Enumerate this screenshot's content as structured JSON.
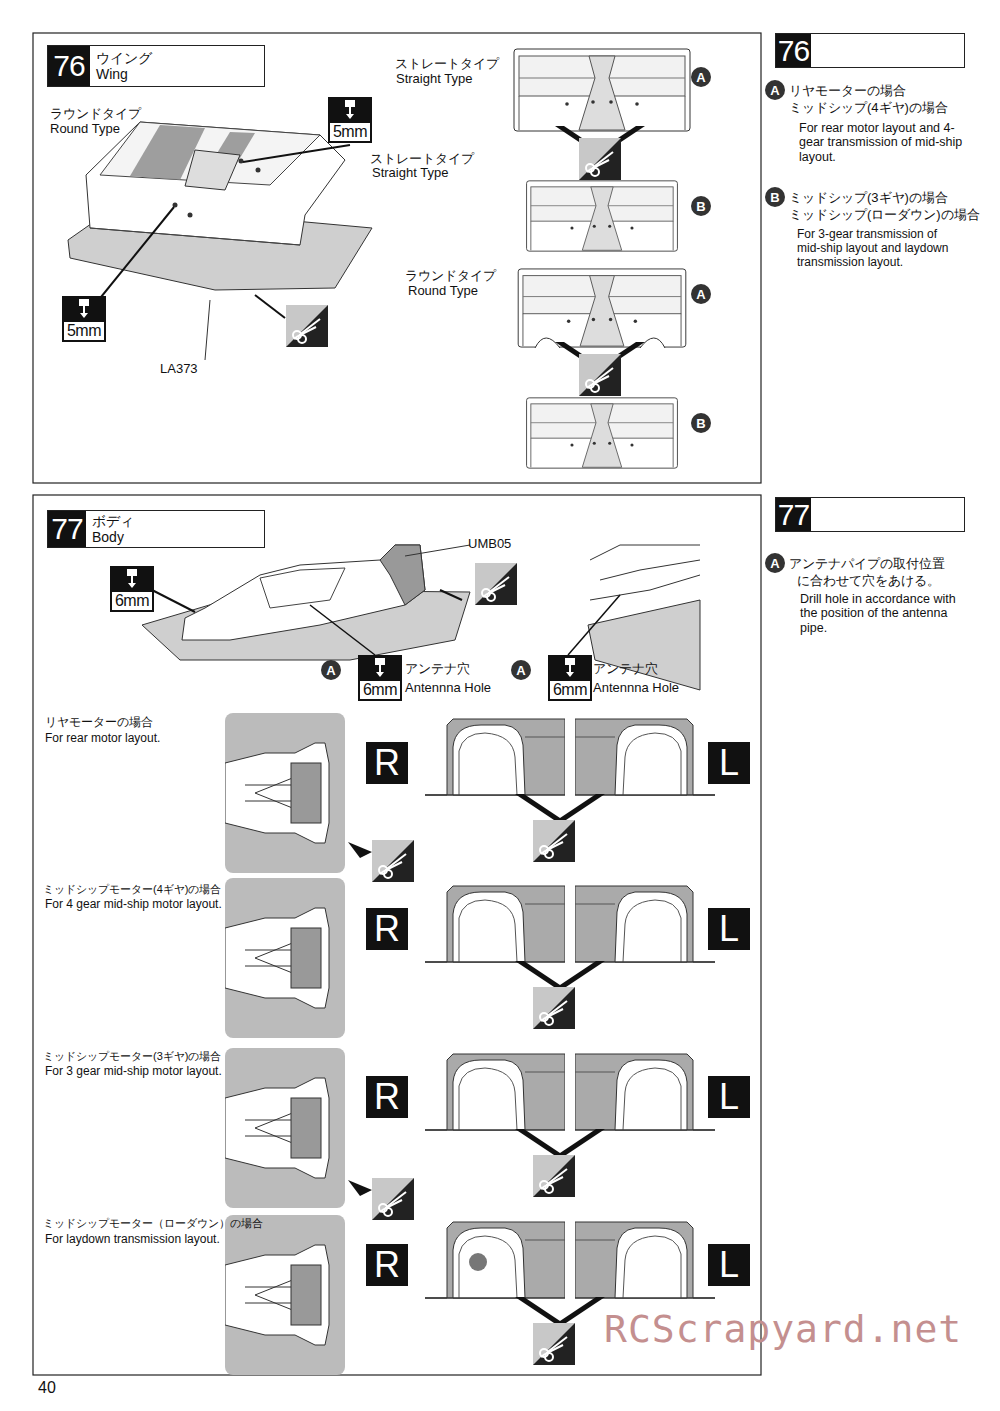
{
  "diagram": {
    "nodes": [
      {
        "text": [
          "76",
          "ウイング Wing"
        ]
      },
      {
        "text": [
          "76"
        ]
      },
      {
        "text": [
          "77",
          "ボディ Body"
        ]
      },
      {
        "text": [
          "77"
        ]
      },
      {
        "text": [
          "5mm"
        ]
      },
      {
        "text": [
          "5mm"
        ]
      },
      {
        "text": [
          "A"
        ]
      },
      {
        "text": [
          "B"
        ]
      },
      {
        "text": [
          "A"
        ]
      },
      {
        "text": [
          "B"
        ]
      },
      {
        "text": [
          "A"
        ]
      },
      {
        "text": [
          "B"
        ]
      },
      {
        "text": [
          "6mm"
        ]
      },
      {
        "text": [
          "A"
        ]
      },
      {
        "text": [
          "6mm"
        ]
      },
      {
        "text": [
          "A"
        ]
      },
      {
        "text": [
          "6mm"
        ]
      },
      {
        "text": [
          "A"
        ]
      },
      {
        "text": [
          "R"
        ]
      },
      {
        "text": [
          "L"
        ]
      },
      {
        "text": [
          "R"
        ]
      },
      {
        "text": [
          "L"
        ]
      },
      {
        "text": [
          "R"
        ]
      },
      {
        "text": [
          "L"
        ]
      },
      {
        "text": [
          "R"
        ]
      },
      {
        "text": [
          "L"
        ]
      }
    ],
    "labels": [
      "ラウンドタイプ",
      "Round Type",
      "ストレートタイプ",
      "Straight Type",
      "LA373",
      "ストレートタイプ",
      "Straight Type",
      "ラウンドタイプ",
      "Round Type",
      "リヤモーターの場合",
      "ミッドシップ(4ギヤ)の場合",
      "For rear motor layout and 4-gear transmission of mid-ship layout.",
      "ミッドシップ(3ギヤ)の場合",
      "ミッドシップ(ローダウン)の場合",
      "For 3-gear transmission of mid-ship layout and laydown transmission layout.",
      "UMB05",
      "アンテナ穴",
      "Antennna Hole",
      "アンテナ穴",
      "Antennna Hole",
      "アンテナパイプの取付位置",
      "に合わせて穴をあける。",
      "Drill hole in accordance with the position of the antenna pipe.",
      "リヤモーターの場合",
      "For rear motor layout.",
      "ミッドシップモーター(4ギヤ)の場合",
      "For 4 gear mid-ship motor layout.",
      "ミッドシップモーター(3ギヤ)の場合",
      "For 3 gear mid-ship motor layout.",
      "ミッドシップモーター（ローダウン）の場合",
      "For laydown transmission layout.",
      "40",
      "RCScrapyard.net"
    ]
  }
}
